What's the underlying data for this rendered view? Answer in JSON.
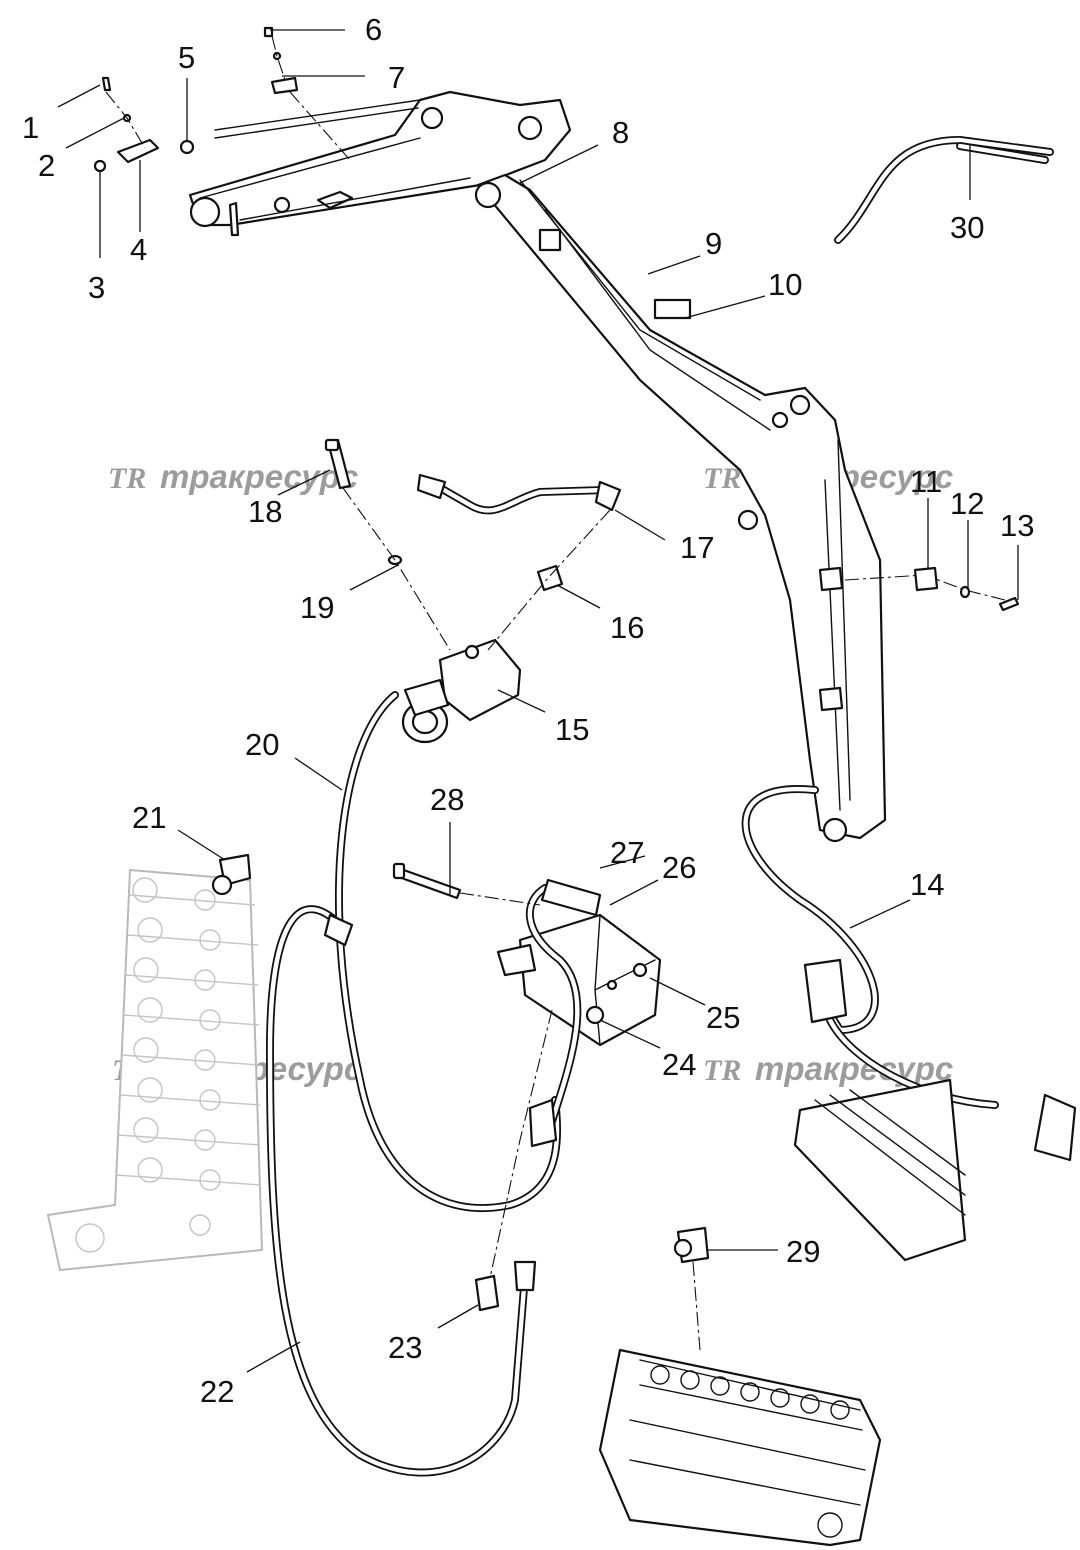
{
  "watermark": {
    "logo": "TR",
    "text": "тракресурс"
  },
  "callouts": {
    "c1": "1",
    "c2": "2",
    "c3": "3",
    "c4": "4",
    "c5": "5",
    "c6": "6",
    "c7": "7",
    "c8": "8",
    "c9": "9",
    "c10": "10",
    "c11": "11",
    "c12": "12",
    "c13": "13",
    "c14": "14",
    "c15": "15",
    "c16": "16",
    "c17": "17",
    "c18": "18",
    "c19": "19",
    "c20": "20",
    "c21": "21",
    "c22": "22",
    "c23": "23",
    "c24": "24",
    "c25": "25",
    "c26": "26",
    "c27": "27",
    "c28": "28",
    "c29": "29",
    "c30": "30"
  }
}
